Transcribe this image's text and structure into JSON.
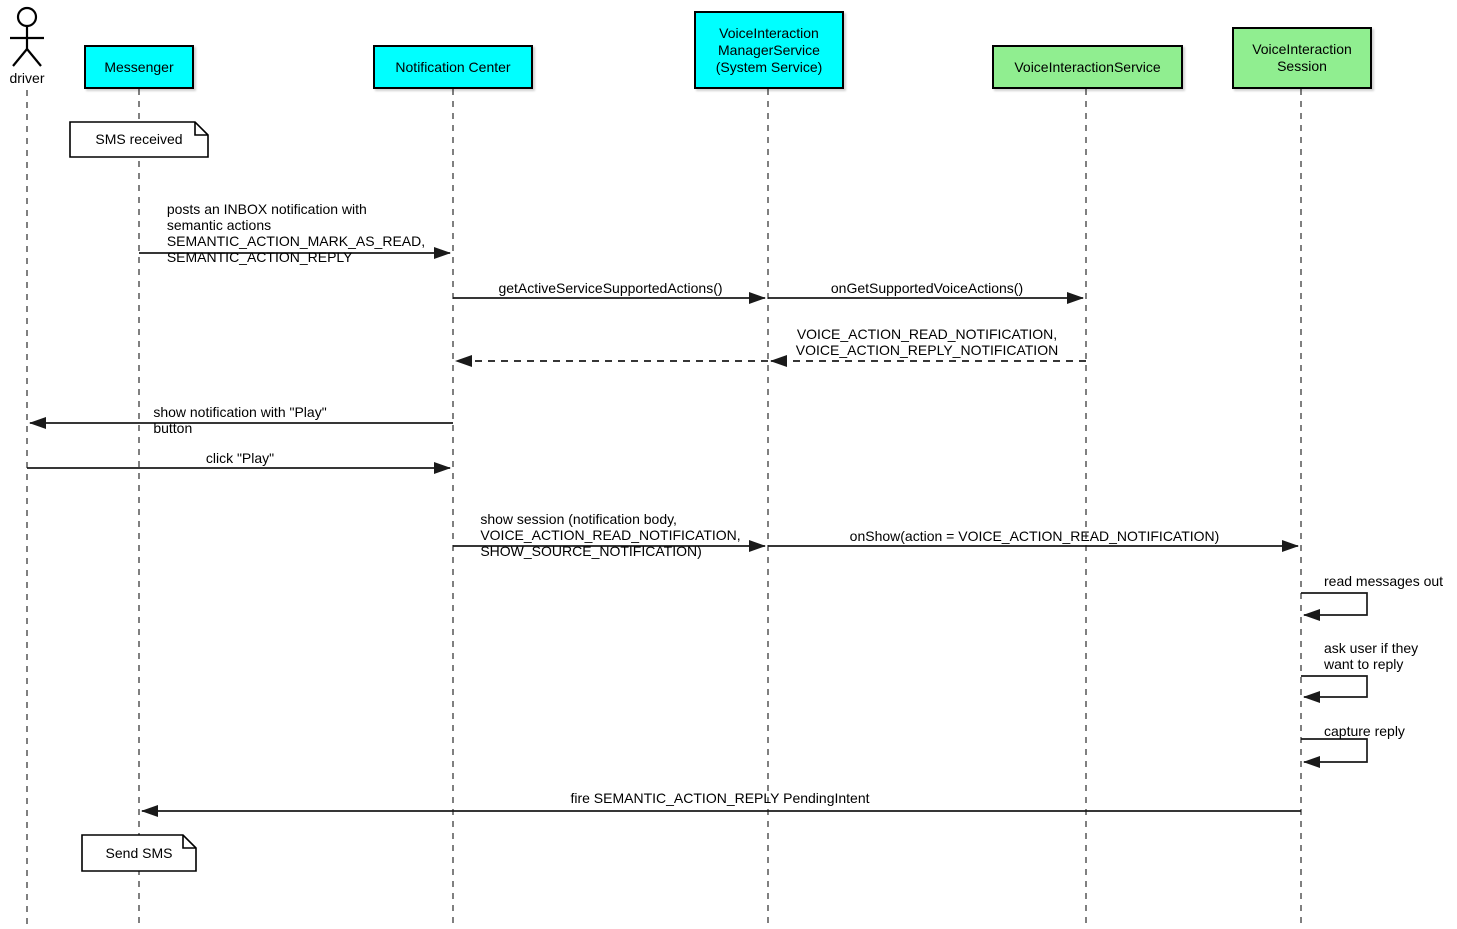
{
  "diagram": {
    "type": "uml-sequence-diagram",
    "background": "#FFFFFF"
  },
  "colors": {
    "participant_cyan": "#00FFFF",
    "participant_green": "#90EE90",
    "box_border": "#000000",
    "arrow_line": "#1A1A1A",
    "lifeline": "#4A4A4A",
    "note_background": "#FFFFFF"
  },
  "participants": [
    {
      "id": "driver",
      "label": "driver",
      "kind": "actor"
    },
    {
      "id": "messenger",
      "label": "Messenger",
      "kind": "box",
      "color": "#00FFFF"
    },
    {
      "id": "notification-center",
      "label": "Notification Center",
      "kind": "box",
      "color": "#00FFFF"
    },
    {
      "id": "voice-interaction-manager-service",
      "label": "VoiceInteraction\nManagerService\n(System Service)",
      "kind": "box",
      "color": "#00FFFF"
    },
    {
      "id": "voice-interaction-service",
      "label": "VoiceInteractionService",
      "kind": "box",
      "color": "#90EE90"
    },
    {
      "id": "voice-interaction-session",
      "label": "VoiceInteraction\nSession",
      "kind": "box",
      "color": "#90EE90"
    }
  ],
  "notes": [
    {
      "label": "SMS received",
      "attached_to": "Messenger"
    },
    {
      "label": "Send SMS",
      "attached_to": "Messenger"
    }
  ],
  "messages": [
    {
      "label": "posts an INBOX notification with\nsemantic actions\nSEMANTIC_ACTION_MARK_AS_READ,\nSEMANTIC_ACTION_REPLY",
      "from": "Messenger",
      "to": "Notification Center",
      "line": "solid"
    },
    {
      "label": "getActiveServiceSupportedActions()",
      "from": "Notification Center",
      "to": "VoiceInteraction ManagerService (System Service)",
      "line": "solid"
    },
    {
      "label": "onGetSupportedVoiceActions()",
      "from": "VoiceInteraction ManagerService (System Service)",
      "to": "VoiceInteractionService",
      "line": "solid"
    },
    {
      "label": "VOICE_ACTION_READ_NOTIFICATION,\nVOICE_ACTION_REPLY_NOTIFICATION",
      "from": "VoiceInteractionService",
      "to": "Notification Center",
      "line": "dashed"
    },
    {
      "label": "show notification with \"Play\"\nbutton",
      "from": "Notification Center",
      "to": "driver",
      "line": "solid"
    },
    {
      "label": "click \"Play\"",
      "from": "driver",
      "to": "Notification Center",
      "line": "solid"
    },
    {
      "label": "show session (notification body,\nVOICE_ACTION_READ_NOTIFICATION,\nSHOW_SOURCE_NOTIFICATION)",
      "from": "Notification Center",
      "to": "VoiceInteraction ManagerService (System Service)",
      "line": "solid"
    },
    {
      "label": "onShow(action = VOICE_ACTION_READ_NOTIFICATION)",
      "from": "VoiceInteraction ManagerService (System Service)",
      "to": "VoiceInteraction Session",
      "line": "solid"
    },
    {
      "label": "read messages out",
      "from": "VoiceInteraction Session",
      "to": "VoiceInteraction Session",
      "line": "self"
    },
    {
      "label": "ask user if they\nwant to reply",
      "from": "VoiceInteraction Session",
      "to": "VoiceInteraction Session",
      "line": "self"
    },
    {
      "label": "capture reply",
      "from": "VoiceInteraction Session",
      "to": "VoiceInteraction Session",
      "line": "self"
    },
    {
      "label": "fire SEMANTIC_ACTION_REPLY PendingIntent",
      "from": "VoiceInteraction Session",
      "to": "Messenger",
      "line": "solid"
    }
  ]
}
